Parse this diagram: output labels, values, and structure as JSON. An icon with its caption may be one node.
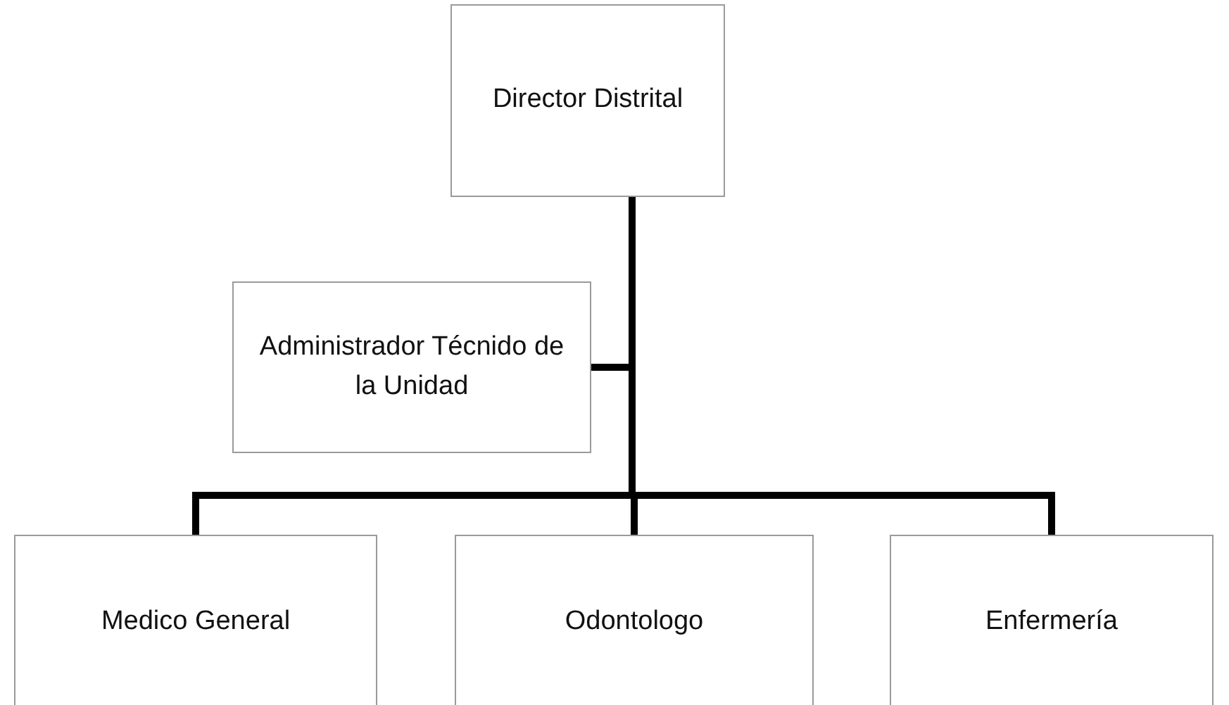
{
  "diagram": {
    "nodes": [
      {
        "text": [
          "Director Distrital"
        ]
      },
      {
        "text": [
          "Administrador Técnido de la Unidad"
        ]
      },
      {
        "text": [
          "Medico General"
        ]
      },
      {
        "text": [
          "Odontologo"
        ]
      },
      {
        "text": [
          "Enfermería"
        ]
      }
    ],
    "edges": [
      {
        "from": 0,
        "to": 1,
        "arrow": "none"
      },
      {
        "from": 0,
        "to": 2,
        "arrow": "none"
      },
      {
        "from": 0,
        "to": 3,
        "arrow": "none"
      },
      {
        "from": 0,
        "to": 4,
        "arrow": "none"
      }
    ]
  }
}
